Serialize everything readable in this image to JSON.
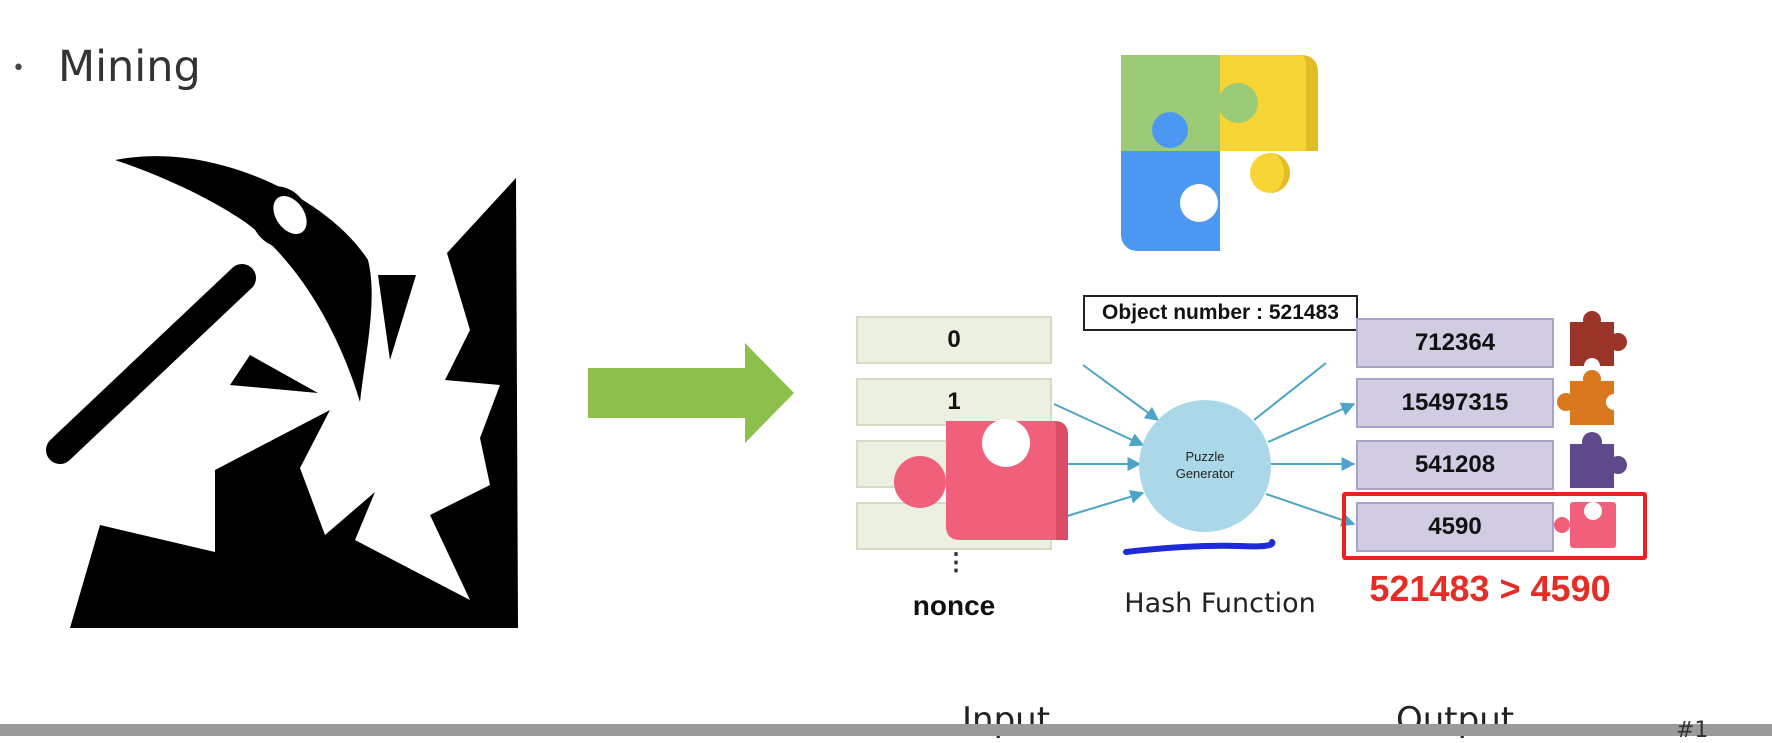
{
  "slide": {
    "bullet": "•",
    "heading": "Mining",
    "page_number": "#1"
  },
  "diagram": {
    "nonce_values": [
      "0",
      "1",
      "",
      ""
    ],
    "nonce_more": "⋮",
    "nonce_label": "nonce",
    "object_label": "Object number : 521483",
    "generator_line1": "Puzzle",
    "generator_line2": "Generator",
    "hash_label": "Hash Function",
    "outputs": [
      "712364",
      "15497315",
      "541208",
      "4590"
    ],
    "comparison": "521483 > 4590",
    "input_label": "Input",
    "output_label": "Output"
  },
  "colors": {
    "arrow_green": "#8dc04a",
    "highlight_red": "#e8231f",
    "generator_blue": "#abd8e8",
    "puzzle_pink": "#f0607a",
    "puzzle_dark_red": "#9b3428",
    "puzzle_orange": "#d9781f",
    "puzzle_purple": "#5e4a8b",
    "puzzle_green": "#9ccb77",
    "puzzle_yellow": "#f6d534",
    "puzzle_blue": "#4c98f1"
  }
}
